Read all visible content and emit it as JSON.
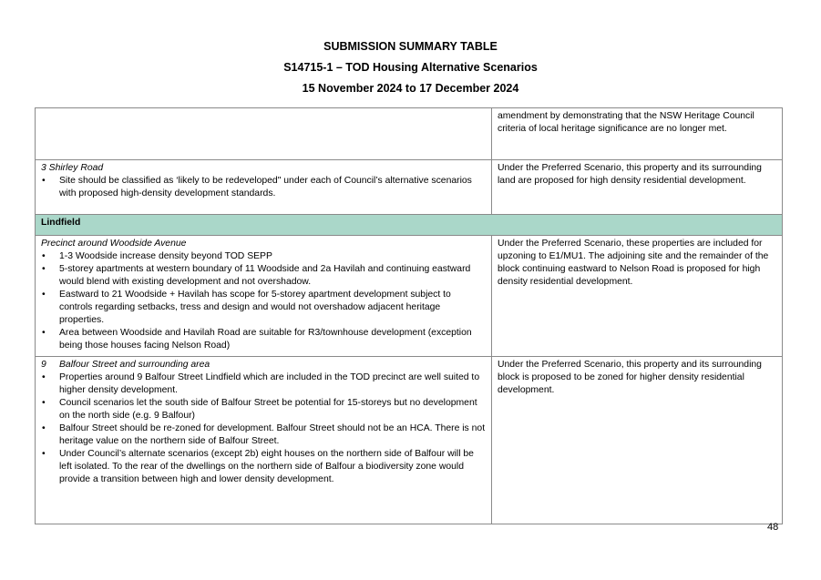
{
  "header": {
    "title": "SUBMISSION SUMMARY TABLE",
    "subtitle": "S14715-1 – TOD Housing Alternative Scenarios",
    "date_range": "15 November 2024 to 17 December 2024"
  },
  "rows": [
    {
      "heading": "",
      "bullets": [],
      "response": "amendment by demonstrating that the NSW Heritage Council criteria of local heritage significance are no longer met."
    },
    {
      "heading": "3 Shirley Road",
      "bullets": [
        "Site should be classified as ‘likely to be redeveloped\" under each of Council’s alternative scenarios with proposed high-density development standards."
      ],
      "response": "Under the Preferred Scenario, this property and its surrounding land are proposed for high density residential development."
    }
  ],
  "section": {
    "label": "Lindfield"
  },
  "lindfield_rows": [
    {
      "heading": "Precinct around Woodside Avenue",
      "bullets": [
        "1-3 Woodside increase density beyond TOD SEPP",
        "5-storey apartments at western boundary of 11 Woodside and 2a Havilah and continuing eastward would blend with existing development and not overshadow.",
        "Eastward to 21 Woodside + Havilah has scope for 5-storey apartment development subject to controls regarding setbacks, tress and design and would not overshadow adjacent heritage properties.",
        "Area between Woodside and Havilah Road are suitable for R3/townhouse development (exception being those houses facing Nelson Road)"
      ],
      "response": "Under the Preferred Scenario, these properties are included for upzoning to E1/MU1. The adjoining site and the remainder of the block continuing eastward to Nelson Road is proposed for high density residential development."
    },
    {
      "number": "9",
      "heading": "Balfour Street and surrounding area",
      "bullets": [
        "Properties around 9 Balfour Street Lindfield which are included in the TOD precinct are well suited to higher density development.",
        "Council scenarios let the south side of Balfour Street be potential for 15-storeys but no development on the north side (e.g. 9 Balfour)",
        "Balfour Street should be re-zoned for development. Balfour Street should not be an HCA. There is not heritage value on the northern side of Balfour Street.",
        "Under Council’s alternate scenarios (except 2b) eight houses on the northern side of Balfour will be left isolated. To the rear of the dwellings on the northern side of Balfour a biodiversity zone would provide a transition between high and lower density development."
      ],
      "response": "Under the Preferred Scenario, this property and its surrounding block is proposed to be zoned for higher density residential development."
    }
  ],
  "page_number": "48",
  "colors": {
    "section_bg": "#aad7c9",
    "border": "#8a8a8a"
  }
}
